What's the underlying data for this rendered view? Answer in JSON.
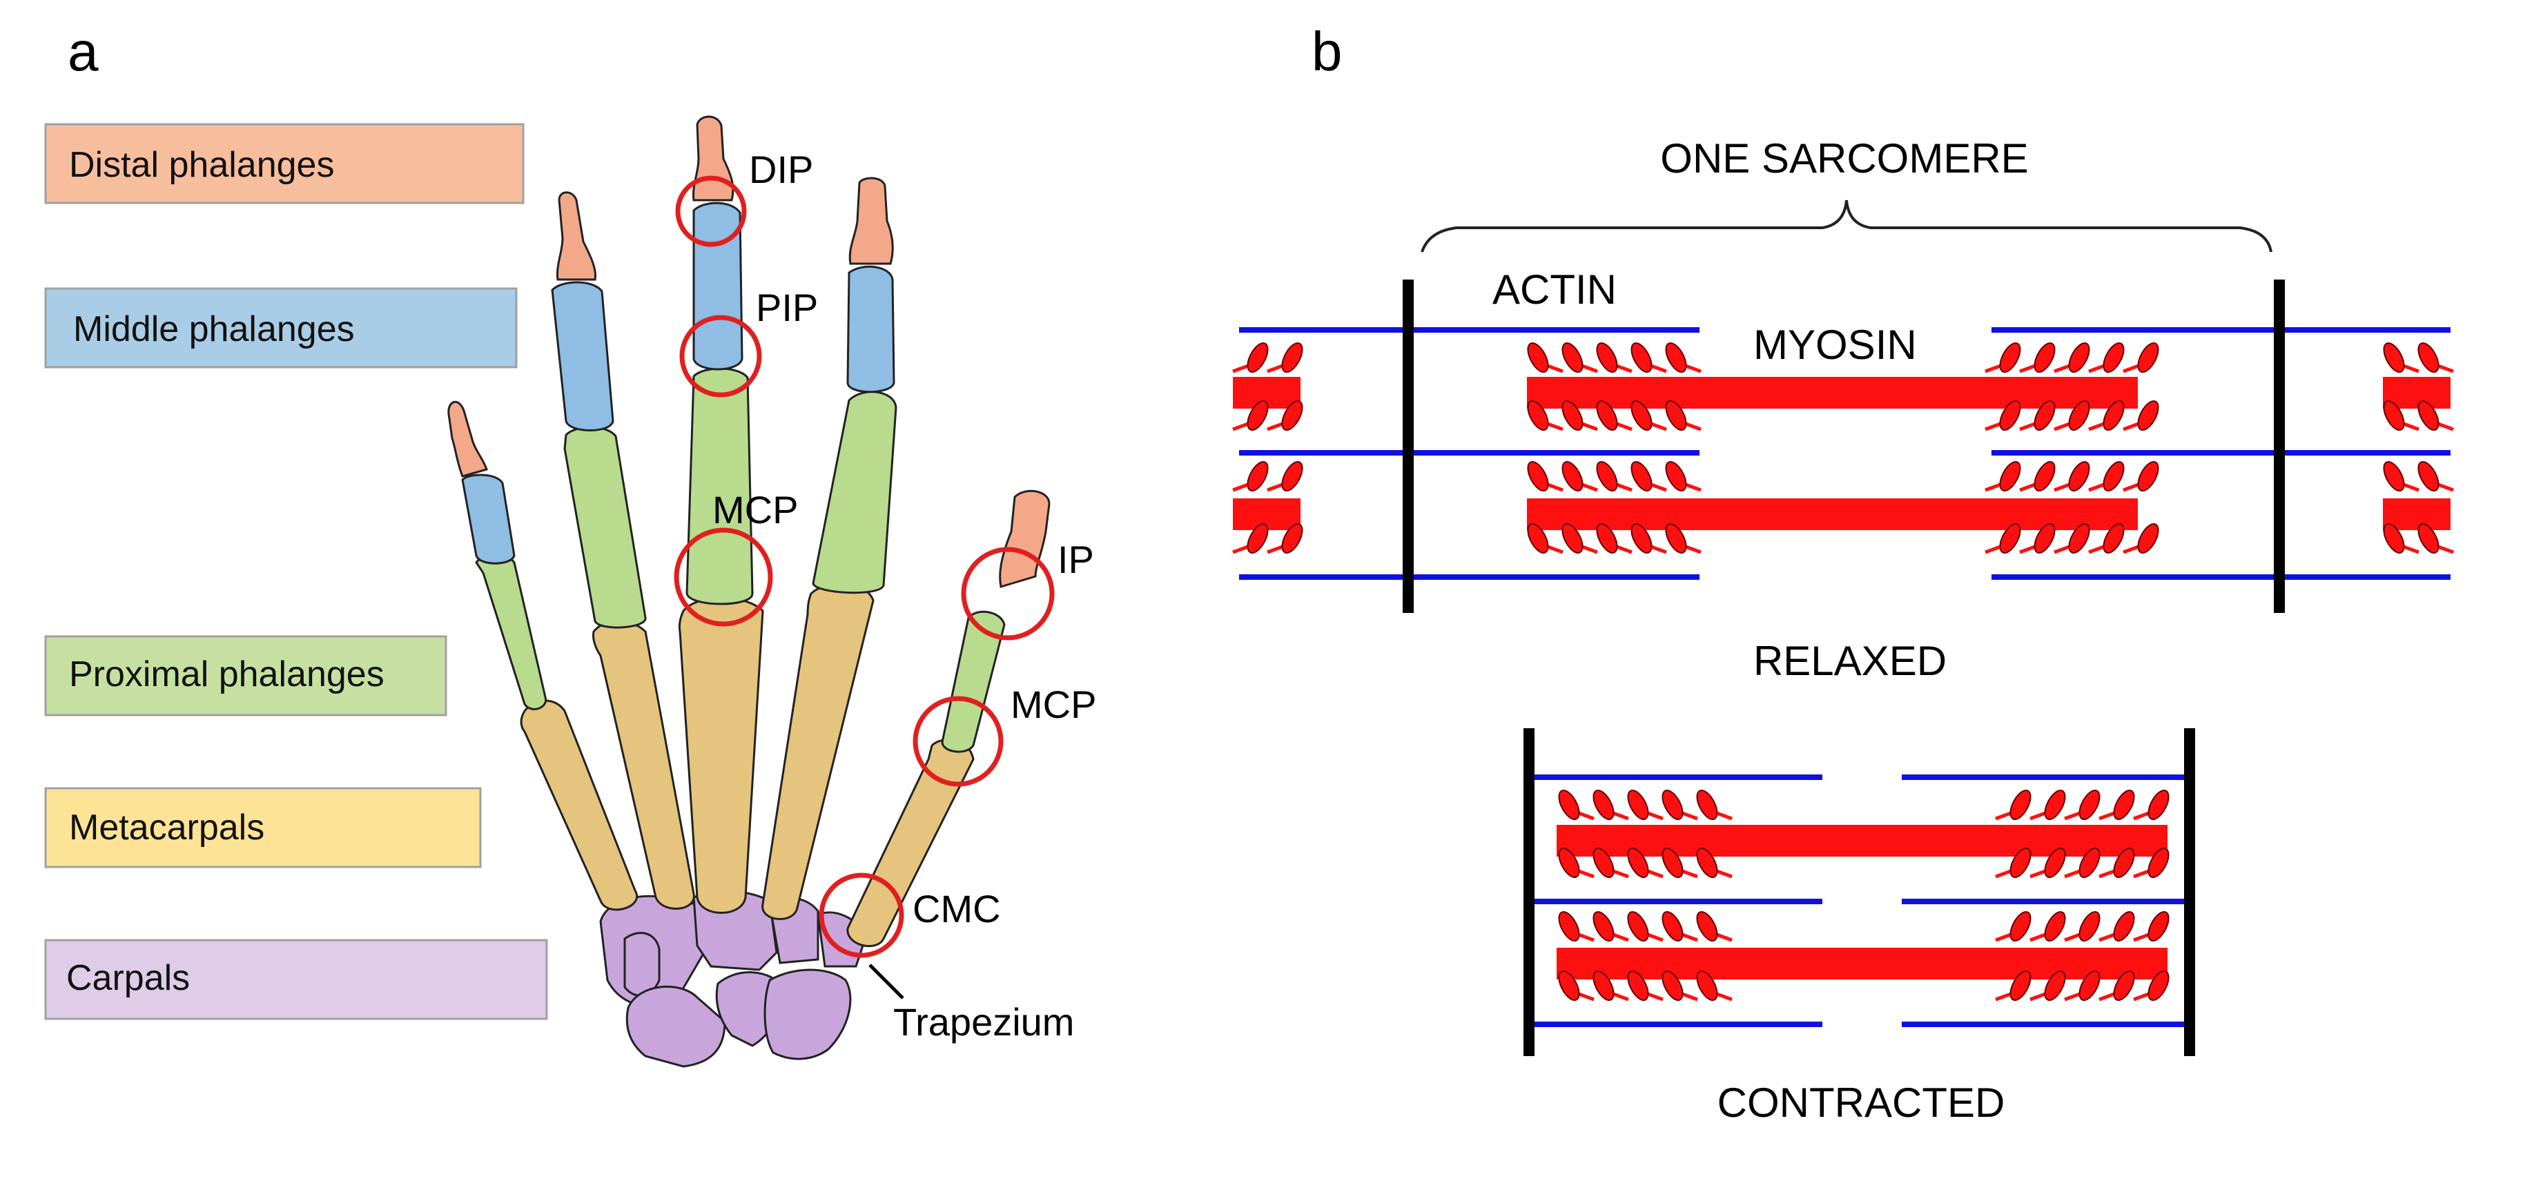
{
  "panels": {
    "a": {
      "letter": "a",
      "legend": [
        {
          "label": "Distal phalanges",
          "color": "#F7BE9E"
        },
        {
          "label": "Middle phalanges",
          "color": "#A9CDE6"
        },
        {
          "label": "Proximal phalanges",
          "color": "#C6E0A2"
        },
        {
          "label": "Metacarpals",
          "color": "#FDE396"
        },
        {
          "label": "Carpals",
          "color": "#DFCCE8"
        }
      ],
      "bone_colors": {
        "distal": "#F4A88A",
        "middle": "#8FBDE3",
        "proximal": "#B8DB8E",
        "metacarpal": "#E5C47E",
        "carpal": "#C8A6DB",
        "outline": "#222222"
      },
      "joint_color": "#E02020",
      "joint_labels": {
        "dip": "DIP",
        "pip": "PIP",
        "mcp_finger": "MCP",
        "ip": "IP",
        "mcp_thumb": "MCP",
        "cmc": "CMC",
        "trapezium": "Trapezium"
      }
    },
    "b": {
      "letter": "b",
      "sarcomere_label": "ONE SARCOMERE",
      "actin_label": "ACTIN",
      "myosin_label": "MYOSIN",
      "relaxed_label": "RELAXED",
      "contracted_label": "CONTRACTED",
      "actin_color": "#1010E0",
      "myosin_color": "#FF1010",
      "zline_color": "#000000"
    }
  }
}
